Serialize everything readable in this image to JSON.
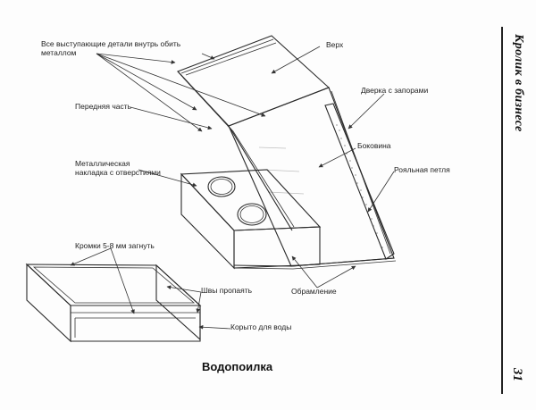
{
  "labels": {
    "protruding": "Все выступающие детали внутрь обить металлом",
    "front_part": "Передняя часть",
    "overlay": "Металлическая накладка с отверстиями",
    "top": "Верх",
    "door": "Дверка с запорами",
    "side": "Боковина",
    "hinge": "Рояльная петля",
    "framing": "Обрамление",
    "edges": "Кромки 5-8  мм загнуть",
    "seams": "Швы пропаять",
    "trough": "Корыто для воды"
  },
  "caption": "Водопоилка",
  "running_head": "Кролик в бизнесе",
  "page_number": "31"
}
